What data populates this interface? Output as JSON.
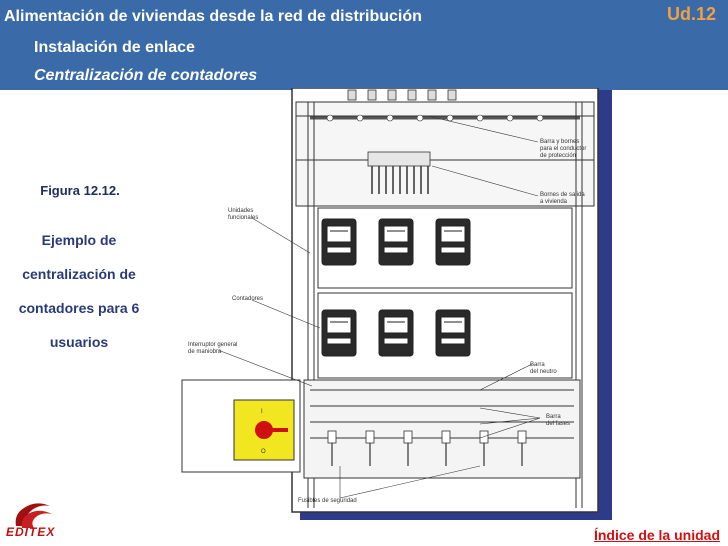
{
  "header": {
    "title": "Alimentación de viviendas desde la red de distribución",
    "unit": "Ud.12",
    "subtitle": "Instalación de enlace",
    "section": "Centralización de contadores"
  },
  "caption": {
    "figure": "Figura 12.12.",
    "description": "Ejemplo de centralización de contadores para 6 usuarios"
  },
  "diagram": {
    "labels": {
      "barra_bornes": [
        "Barra y bornes",
        "para el conductor",
        "de protección"
      ],
      "bornes_salida": [
        "Bornes de salida",
        "a vivienda"
      ],
      "unidades": [
        "Unidades",
        "funcionales"
      ],
      "contadores": "Contadores",
      "interruptor": [
        "Interruptor general",
        "de maniobra"
      ],
      "barra_neutro": [
        "Barra",
        "del neutro"
      ],
      "barra_fases": [
        "Barra",
        "del fases"
      ],
      "fusibles": "Fusibles de seguridad"
    }
  },
  "logo": {
    "text": "EDITEX"
  },
  "footer": {
    "index_link": "Índice de la unidad"
  },
  "colors": {
    "header_bg": "#3a6ba8",
    "unit_text": "#f0a040",
    "link": "#d01010",
    "switch_yellow": "#f2e620",
    "switch_red": "#d01010"
  }
}
